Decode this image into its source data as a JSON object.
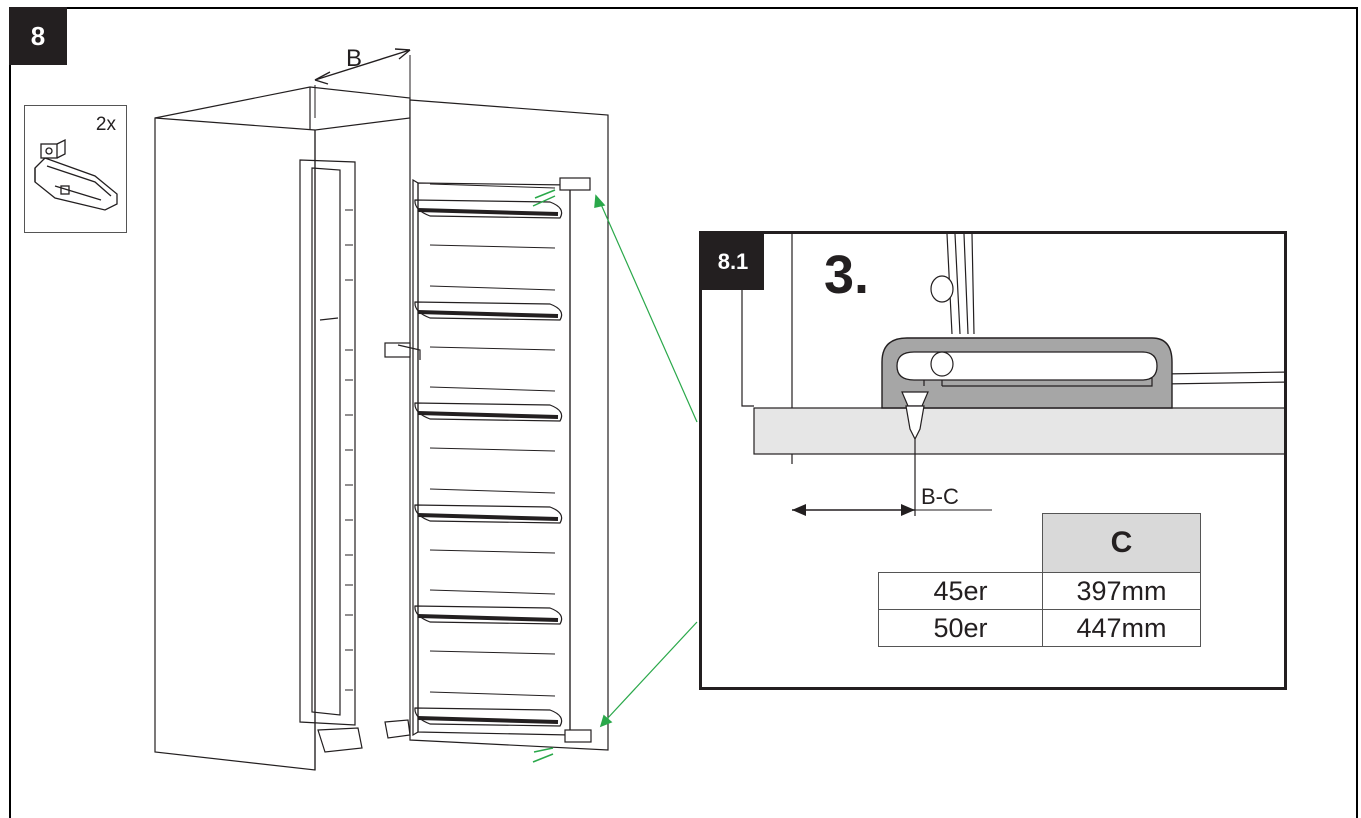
{
  "step": {
    "number": "8"
  },
  "parts": {
    "quantity": "2x",
    "icon": "hinge-bracket-icon"
  },
  "main_drawing": {
    "dimension_label": "B"
  },
  "detail": {
    "number": "8.1",
    "sub_step": "3.",
    "dimension_label": "B-C",
    "table": {
      "header": "C",
      "rows": [
        {
          "label": "45er",
          "value": "397mm"
        },
        {
          "label": "50er",
          "value": "447mm"
        }
      ]
    }
  },
  "colors": {
    "callout_line": "#2aa84a",
    "badge": "#231f20",
    "table_header_bg": "#d9d9d9"
  }
}
